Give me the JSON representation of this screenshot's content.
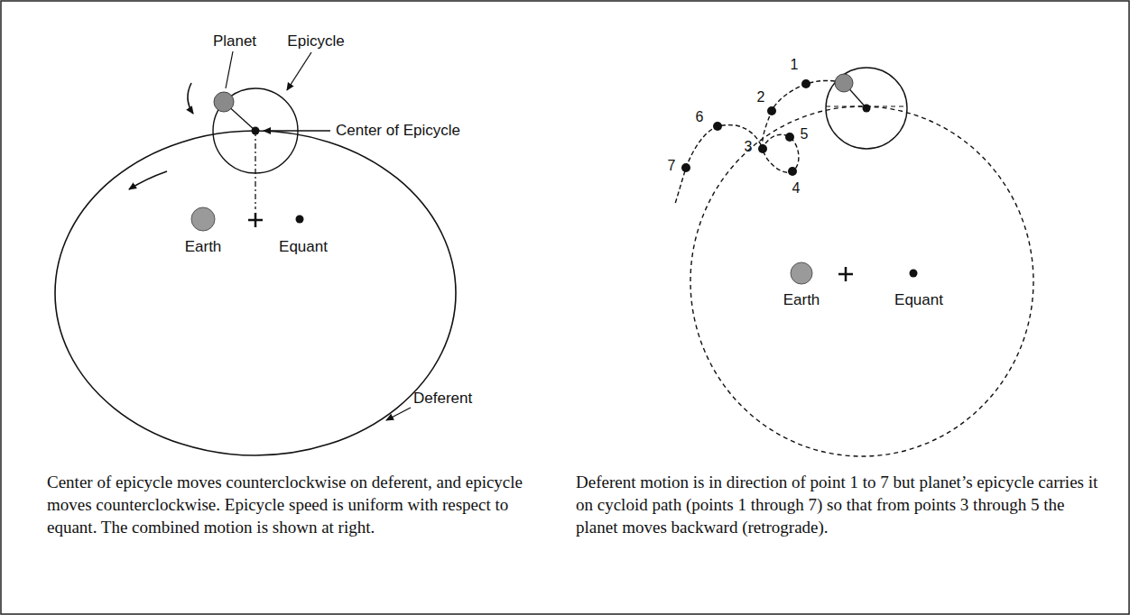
{
  "diagram": {
    "labels": [
      "Planet",
      "Epicycle",
      "Center of Epicycle",
      "Earth",
      "Equant",
      "Deferent",
      "Center of epicycle moves counterclockwise on deferent, and epicycle moves counterclockwise. Epicycle speed is uniform with respect to equant. The combined motion is shown at right.",
      "1",
      "2",
      "3",
      "4",
      "5",
      "6",
      "7",
      "Earth",
      "Equant",
      "Deferent motion is in direction of point 1 to 7 but planet’s epicycle carries it on cycloid path (points 1 through 7) so that from points 3 through 5 the planet moves backward (retrograde)."
    ]
  }
}
